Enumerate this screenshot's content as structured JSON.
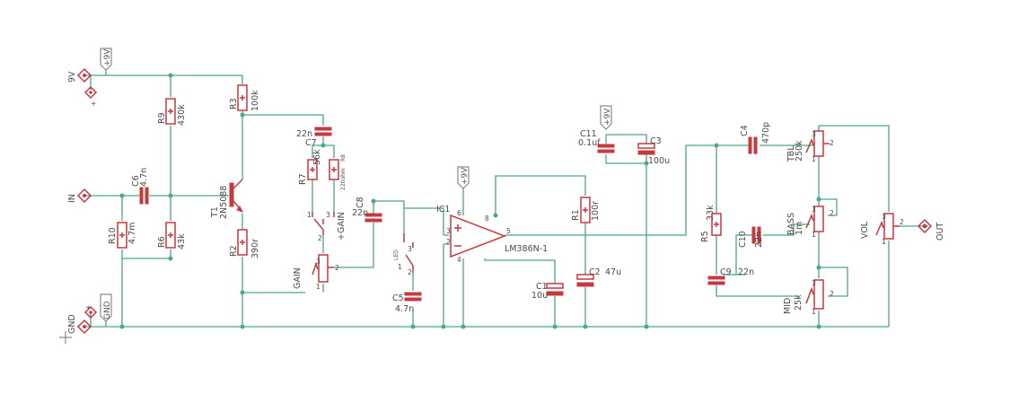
{
  "supply": {
    "v9_label": "9V",
    "gnd_label": "GND",
    "in_label": "IN",
    "out_label": "OUT",
    "flag_9v": "+9V",
    "flag_gnd": "GND",
    "plus": "+"
  },
  "components": {
    "R9": {
      "ref": "R9",
      "value": "430k"
    },
    "R3": {
      "ref": "R3",
      "value": "100k"
    },
    "C6": {
      "ref": "C6",
      "value": "4.7n"
    },
    "T1": {
      "ref": "T1",
      "value": "2N5088"
    },
    "R10": {
      "ref": "R10",
      "value": "4.7m"
    },
    "R6": {
      "ref": "R6",
      "value": "43k"
    },
    "R2": {
      "ref": "R2",
      "value": "390r"
    },
    "C7": {
      "ref": "C7",
      "value": "22n"
    },
    "R7": {
      "ref": "R7",
      "value": "56k"
    },
    "R8": {
      "ref": "R8",
      "value": "220ohm"
    },
    "GAIN_SW": {
      "ref": "+GAIN",
      "value": ""
    },
    "GAIN_POT": {
      "ref": "GAIN",
      "value": ""
    },
    "C8": {
      "ref": "C8",
      "value": "22n"
    },
    "LED_SW": {
      "ref": "LED",
      "value": "1"
    },
    "C5": {
      "ref": "C5",
      "value": "4.7n"
    },
    "IC1": {
      "ref": "IC1",
      "value": "LM386N-1"
    },
    "R1": {
      "ref": "R1",
      "value": "100r"
    },
    "C11": {
      "ref": "C11",
      "value": "0.1uf"
    },
    "C3": {
      "ref": "C3",
      "value": "100u"
    },
    "C2": {
      "ref": "C2",
      "value": "47u"
    },
    "C1": {
      "ref": "C1",
      "value": "10u"
    },
    "C4": {
      "ref": "C4",
      "value": "470p"
    },
    "R5": {
      "ref": "R5",
      "value": "33k"
    },
    "C10": {
      "ref": "C10",
      "value": "22n"
    },
    "C9": {
      "ref": "C9",
      "value": "22n"
    },
    "TBL": {
      "ref": "TBL",
      "value": "250k"
    },
    "BASS": {
      "ref": "BASS",
      "value": "1m"
    },
    "MID": {
      "ref": "MID",
      "value": "25k"
    },
    "VOL": {
      "ref": "VOL",
      "value": ""
    }
  },
  "pins": {
    "p1": "1",
    "p2": "2",
    "p3": "3",
    "p4": "4",
    "p5": "5",
    "p6": "6",
    "p8": "8",
    "minus": "-",
    "plus": "+"
  },
  "colors": {
    "wire": "#4aa887",
    "part": "#c5393f",
    "text": "#4a4a4a",
    "flag": "#8a8a8a",
    "background": "#ffffff"
  }
}
